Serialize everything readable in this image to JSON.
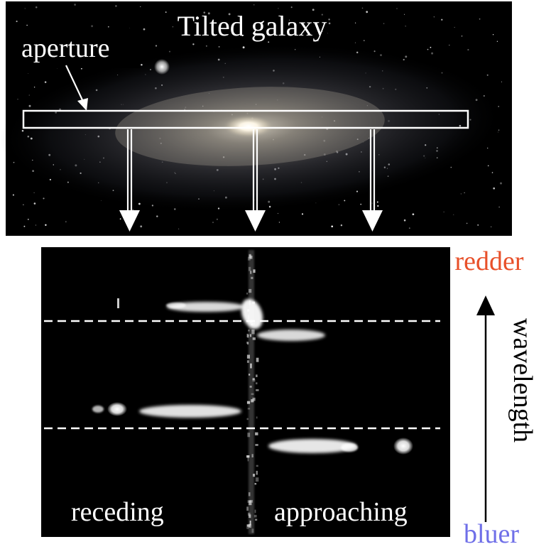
{
  "galaxy_panel": {
    "title": "Tilted galaxy",
    "aperture_label": "aperture"
  },
  "spectrum_panel": {
    "left_label": "receding",
    "right_label": "approaching"
  },
  "wavelength_axis": {
    "top_label": "redder",
    "bottom_label": "bluer",
    "axis_label": "wavelength",
    "top_color": "#e8502a",
    "bottom_color": "#6f6fe8"
  }
}
